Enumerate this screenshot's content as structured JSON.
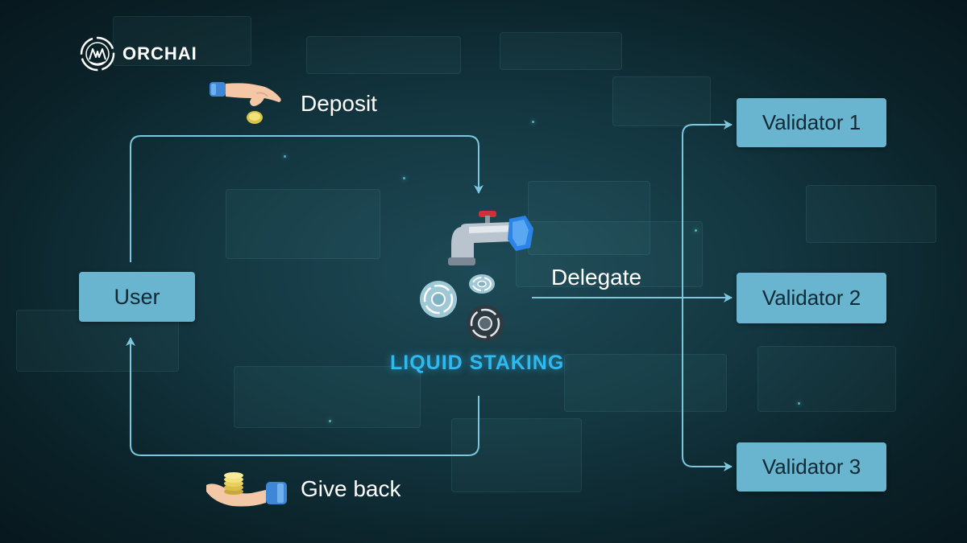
{
  "brand": {
    "name": "ORCHAI"
  },
  "nodes": {
    "user": "User",
    "validators": [
      "Validator 1",
      "Validator 2",
      "Validator 3"
    ]
  },
  "center": {
    "title": "LIQUID STAKING"
  },
  "flows": {
    "deposit": "Deposit",
    "give_back": "Give back",
    "delegate": "Delegate"
  },
  "colors": {
    "background": "#0f2f38",
    "box_fill": "#69b4cf",
    "arrow": "#7cc7dc",
    "accent_text": "#2fb9ef"
  },
  "icons": [
    "orchai-logo-icon",
    "deposit-hand-icon",
    "give-back-hand-icon",
    "faucet-icon",
    "token-coin-icon"
  ]
}
